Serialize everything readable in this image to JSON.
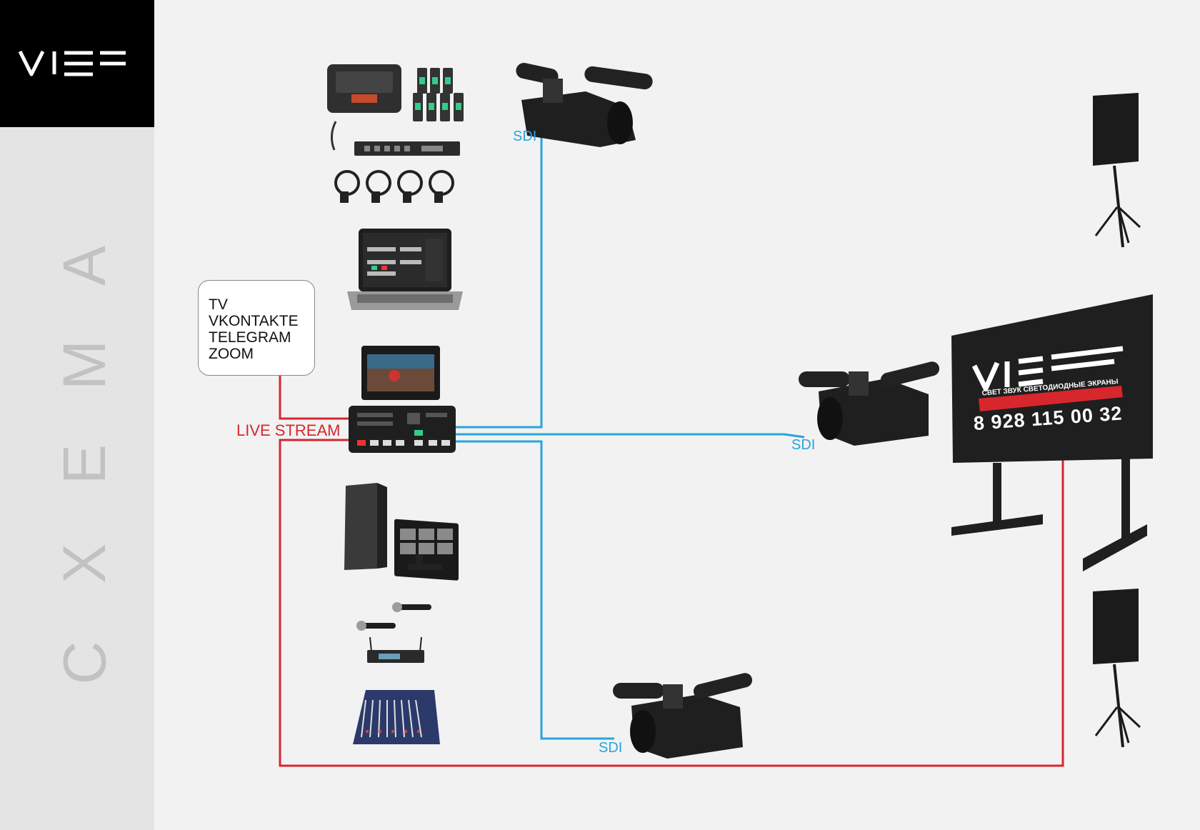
{
  "brand": {
    "logo_text": "VIEF",
    "side_title": "СХЕМА",
    "side_title_letters": [
      "А",
      "М",
      "Е",
      "Х",
      "С"
    ]
  },
  "platforms": [
    "TV",
    "VKONTAKTE",
    "TELEGRAM",
    "ZOOM"
  ],
  "labels": {
    "sdi_top": "SDI",
    "sdi_right": "SDI",
    "sdi_bottom": "SDI",
    "live_stream": "LIVE STREAM"
  },
  "screen": {
    "logo_text": "VIEF",
    "tagline": "СВЕТ ЗВУК СВЕТОДИОДНЫЕ ЭКРАНЫ",
    "phone": "8 928 115 00 32"
  },
  "colors": {
    "sdi": "#27a5dc",
    "live": "#d8262d",
    "sidebar": "#e4e4e4",
    "background": "#f2f2f2"
  },
  "icons": [
    "intercom-kit-icon",
    "camcorder-icon",
    "laptop-icon",
    "monitor-icon",
    "switcher-icon",
    "workstation-icon",
    "wireless-mic-icon",
    "audio-mixer-icon",
    "speaker-icon",
    "led-screen-icon"
  ]
}
